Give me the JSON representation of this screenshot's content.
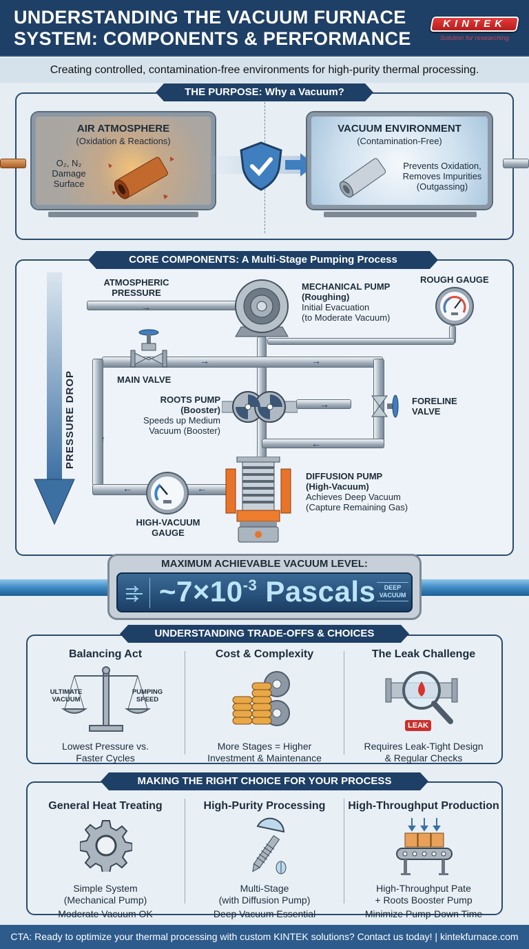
{
  "header": {
    "title_line1": "UNDERSTANDING THE VACUUM FURNACE",
    "title_line2": "SYSTEM: COMPONENTS & PERFORMANCE",
    "logo_text": "KINTEK",
    "logo_tagline": "Solution for researching"
  },
  "subtitle": "Creating controlled, contamination-free environments for high-purity thermal processing.",
  "purpose": {
    "banner": "THE PURPOSE: Why a Vacuum?",
    "left": {
      "title": "AIR ATMOSPHERE",
      "subtitle": "(Oxidation & Reactions)",
      "note_line1": "O₂, N₂",
      "note_line2": "Damage",
      "note_line3": "Surface",
      "icon": "rusty-pipe-icon"
    },
    "center_icon": "shield-check-icon",
    "right": {
      "title": "VACUUM ENVIRONMENT",
      "subtitle": "(Contamination-Free)",
      "note_line1": "Prevents Oxidation,",
      "note_line2": "Removes Impurities",
      "note_line3": "(Outgassing)",
      "icon": "clean-pipe-icon"
    }
  },
  "components": {
    "banner": "CORE COMPONENTS: A Multi-Stage Pumping Process",
    "pressure_drop": "PRESSURE DROP",
    "atmospheric_line1": "ATMOSPHERIC",
    "atmospheric_line2": "PRESSURE",
    "mechanical": {
      "title": "MECHANICAL PUMP",
      "role": "(Roughing)",
      "desc_line1": "Initial Evacuation",
      "desc_line2": "(to Moderate Vacuum)"
    },
    "rough_gauge": "ROUGH GAUGE",
    "main_valve": "MAIN VALVE",
    "roots": {
      "title": "ROOTS PUMP",
      "role": "(Booster)",
      "desc_line1": "Speeds up Medium",
      "desc_line2": "Vacuum (Booster)"
    },
    "foreline_line1": "FORELINE",
    "foreline_line2": "VALVE",
    "diffusion": {
      "title": "DIFFUSION PUMP",
      "role": "(High-Vacuum)",
      "desc_line1": "Achieves Deep Vacuum",
      "desc_line2": "(Capture Remaining Gas)"
    },
    "hv_gauge_line1": "HIGH-VACUUM",
    "hv_gauge_line2": "GAUGE"
  },
  "vacuum_level": {
    "label": "MAXIMUM ACHIEVABLE VACUUM LEVEL:",
    "value_prefix": "~7×10",
    "value_exponent": "-3",
    "value_unit": "Pascals",
    "badge_line1": "DEEP",
    "badge_line2": "VACUUM"
  },
  "tradeoffs": {
    "banner": "UNDERSTANDING TRADE-OFFS & CHOICES",
    "items": [
      {
        "title": "Balancing Act",
        "left_pan": "ULTIMATE VACUUM",
        "right_pan": "PUMPING SPEED",
        "desc_line1": "Lowest Pressure vs.",
        "desc_line2": "Faster Cycles",
        "icon": "balance-scale-icon"
      },
      {
        "title": "Cost & Complexity",
        "desc_line1": "More Stages = Higher",
        "desc_line2": "Investment & Maintenance",
        "icon": "coins-gears-icon"
      },
      {
        "title": "The Leak Challenge",
        "badge": "LEAK",
        "desc_line1": "Requires Leak-Tight Design",
        "desc_line2": "& Regular Checks",
        "icon": "magnifier-leak-icon"
      }
    ]
  },
  "choices": {
    "banner": "MAKING THE RIGHT CHOICE FOR YOUR PROCESS",
    "items": [
      {
        "title": "General Heat Treating",
        "desc_line1": "Simple System",
        "desc_line2": "(Mechanical Pump)",
        "desc_line3": "Moderate Vacuum OK",
        "icon": "gear-icon"
      },
      {
        "title": "High-Purity Processing",
        "desc_line1": "Multi-Stage",
        "desc_line2": "(with Diffusion Pump)",
        "desc_line3": "Deep Vacuum Essential",
        "icon": "screw-icon"
      },
      {
        "title": "High-Throughput Production",
        "desc_line1": "High-Throughput Pate",
        "desc_line2": "+ Roots Booster Pump",
        "desc_line3": "Minimize Pump-Down Time",
        "icon": "conveyor-icon"
      }
    ]
  },
  "cta": "CTA: Ready to optimize your thermal processing with custom KINTEK solutions? Contact us today!  |  kintekfurnace.com",
  "colors": {
    "navy": "#1e3f66",
    "cta_blue": "#2d5b8c",
    "accent_red": "#d42a2a",
    "vacuum_text": "#bde4fb",
    "heater_orange": "#e8742a"
  }
}
